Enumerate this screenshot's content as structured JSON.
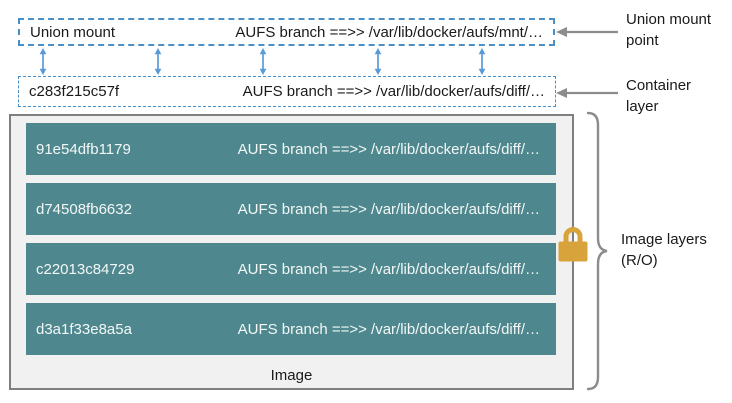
{
  "colors": {
    "teal_row": "#4E888E",
    "dashed_border_blue": "#4A90C8",
    "arrow_blue": "#5B9BD5",
    "annotation_gray": "#8C8C8C",
    "outer_box_border": "#7F7F7F",
    "outer_box_bg": "#F1F1F1",
    "lock_gold": "#D9A33C"
  },
  "union_mount": {
    "label": "Union mount",
    "branch": "AUFS branch ==>> /var/lib/docker/aufs/mnt/…"
  },
  "container_layer": {
    "id": "c283f215c57f",
    "branch": "AUFS branch ==>> /var/lib/docker/aufs/diff/…"
  },
  "image": {
    "caption": "Image",
    "layers": [
      {
        "id": "91e54dfb1179",
        "branch": "AUFS branch ==>> /var/lib/docker/aufs/diff/…"
      },
      {
        "id": "d74508fb6632",
        "branch": "AUFS branch ==>> /var/lib/docker/aufs/diff/…"
      },
      {
        "id": "c22013c84729",
        "branch": "AUFS branch ==>> /var/lib/docker/aufs/diff/…"
      },
      {
        "id": "d3a1f33e8a5a",
        "branch": "AUFS branch ==>> /var/lib/docker/aufs/diff/…"
      }
    ]
  },
  "annotations": {
    "union_mount_point": "Union mount point",
    "container_layer": "Container layer",
    "image_layers": "Image layers (R/O)"
  },
  "icons": {
    "lock": "lock-icon",
    "double_arrow": "double-arrow-icon",
    "pointer_arrow": "left-arrow-icon",
    "brace": "curly-brace"
  }
}
